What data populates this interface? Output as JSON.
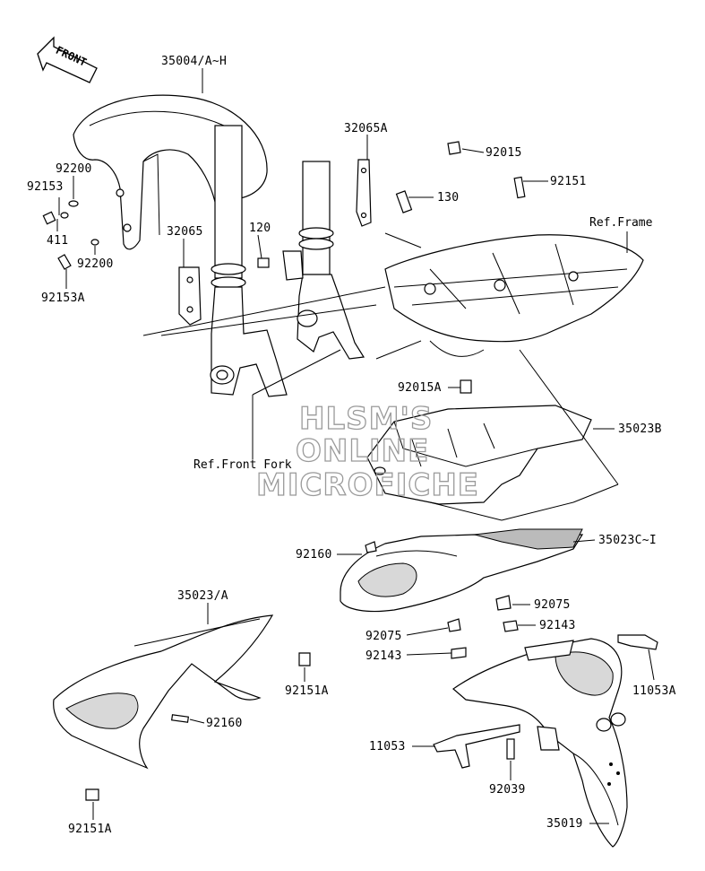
{
  "direction_arrow": {
    "text": "FRONT",
    "icon": "front-arrow-icon"
  },
  "watermark": {
    "line1": "HLSM'S",
    "line2": "ONLINE",
    "line3": "MICROFICHE"
  },
  "labels": {
    "p35004": "35004/A~H",
    "p32065A": "32065A",
    "p92015": "92015",
    "p92151": "92151",
    "p130": "130",
    "ref_frame": "Ref.Frame",
    "p92200a": "92200",
    "p92153": "92153",
    "p411": "411",
    "p92200b": "92200",
    "p92153A": "92153A",
    "p32065": "32065",
    "p120": "120",
    "p92015A": "92015A",
    "p35023B": "35023B",
    "ref_front_fork": "Ref.Front Fork",
    "p92160a": "92160",
    "p35023C": "35023C~I",
    "p35023": "35023/A",
    "p92075a": "92075",
    "p92143a": "92143",
    "p92075b": "92075",
    "p92143b": "92143",
    "p92151A_a": "92151A",
    "p11053A": "11053A",
    "p92160b": "92160",
    "p11053": "11053",
    "p92039": "92039",
    "p92151A_b": "92151A",
    "p35019": "35019"
  }
}
